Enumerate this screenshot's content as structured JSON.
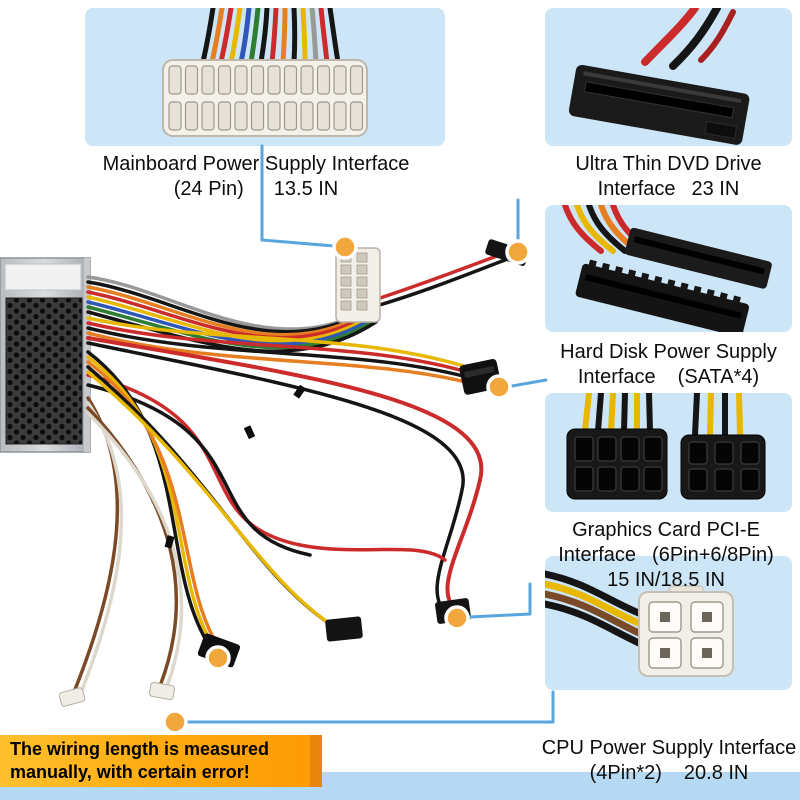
{
  "callouts": {
    "mainboard": {
      "title": "Mainboard Power Supply Interface",
      "pins": "(24 Pin)",
      "length": "13.5 IN"
    },
    "dvd": {
      "title": "Ultra Thin DVD Drive",
      "sub": "Interface",
      "length": "23 IN"
    },
    "hdd": {
      "title": "Hard Disk Power Supply",
      "sub": "Interface",
      "spec": "(SATA*4)"
    },
    "pcie": {
      "title": "Graphics Card PCI-E",
      "sub": "Interface",
      "spec": "(6Pin+6/8Pin)",
      "length": "15 IN/18.5 IN"
    },
    "cpu": {
      "title": "CPU Power Supply Interface",
      "pins": "(4Pin*2)",
      "length": "20.8 IN"
    }
  },
  "banner": {
    "line1": "The wiring length is measured",
    "line2": "manually, with certain error!"
  },
  "colors": {
    "callout_box_blue": "#CDE6F7",
    "callout_line_blue": "#58A6DD",
    "marker_orange": "#F2A73D",
    "banner_orange": "#FFA90E",
    "bottom_bar_blue": "#B5D9F2",
    "wire_red": "#CC2B2B",
    "wire_yellow": "#E8B800",
    "wire_orange": "#E67E22",
    "wire_black": "#151515",
    "wire_brown": "#7A4A28"
  }
}
